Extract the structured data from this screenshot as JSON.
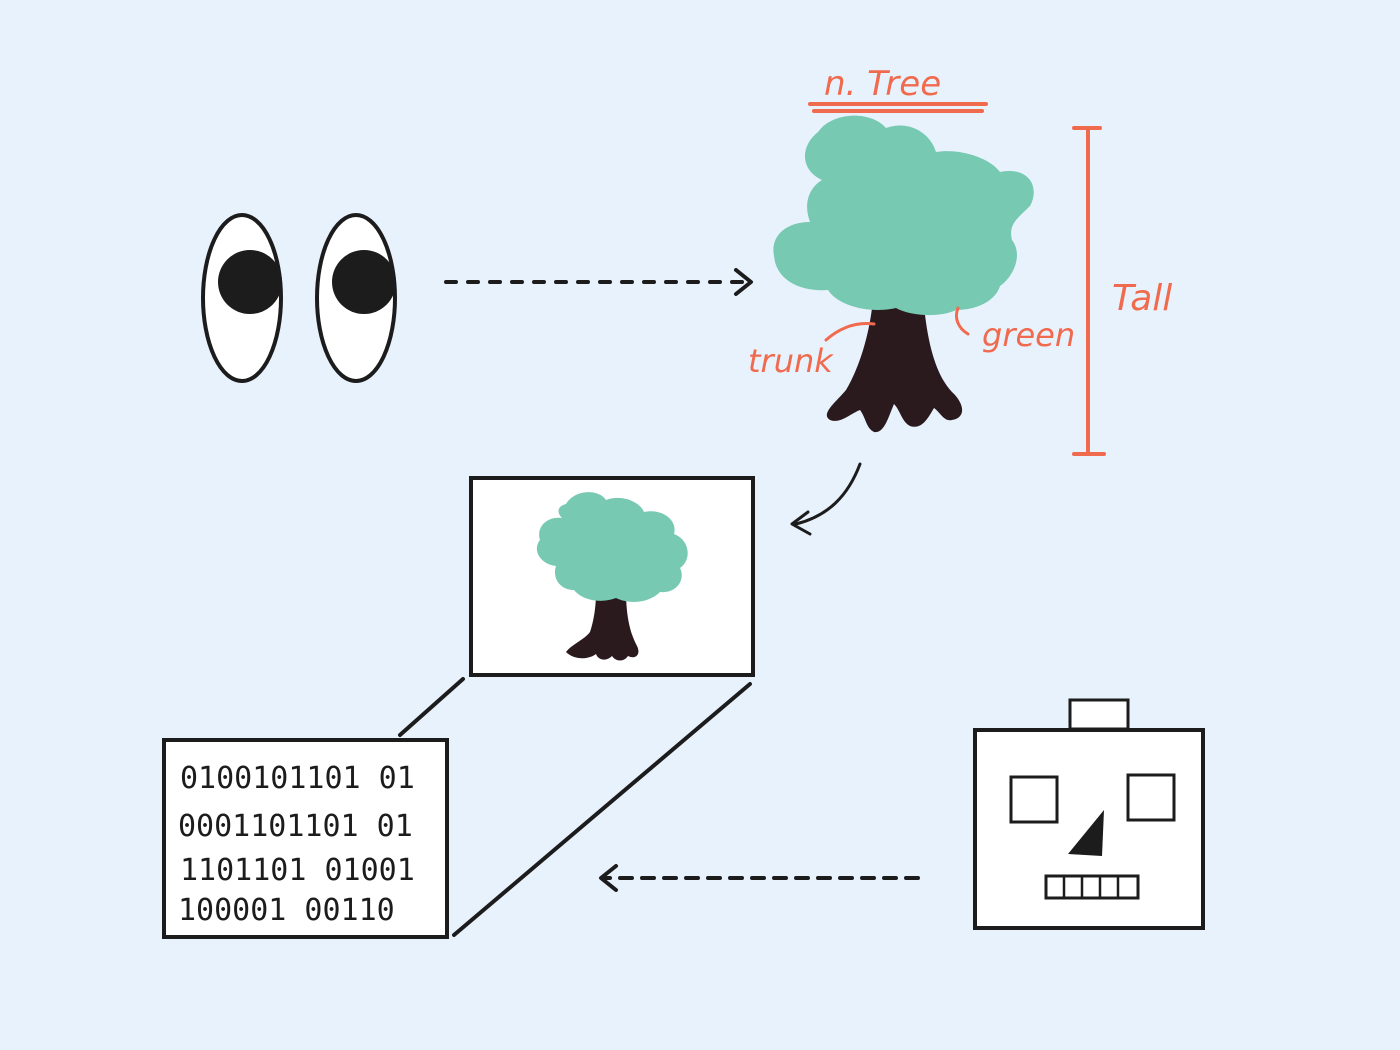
{
  "colors": {
    "background": "#e8f2fd",
    "ink": "#1c1c1c",
    "annotation": "#f06a4e",
    "foliage": "#77c9b2",
    "trunk": "#2a1a1e",
    "paper": "#ffffff"
  },
  "tree_labels": {
    "title": "n. Tree",
    "trunk": "trunk",
    "color": "green",
    "height": "Tall"
  },
  "binary_rows": [
    "0100101101 01",
    "0001101101 01",
    "1101101 01001",
    "100001 00110"
  ],
  "icons": {
    "viewer": "eyes-icon",
    "machine": "robot-icon"
  }
}
